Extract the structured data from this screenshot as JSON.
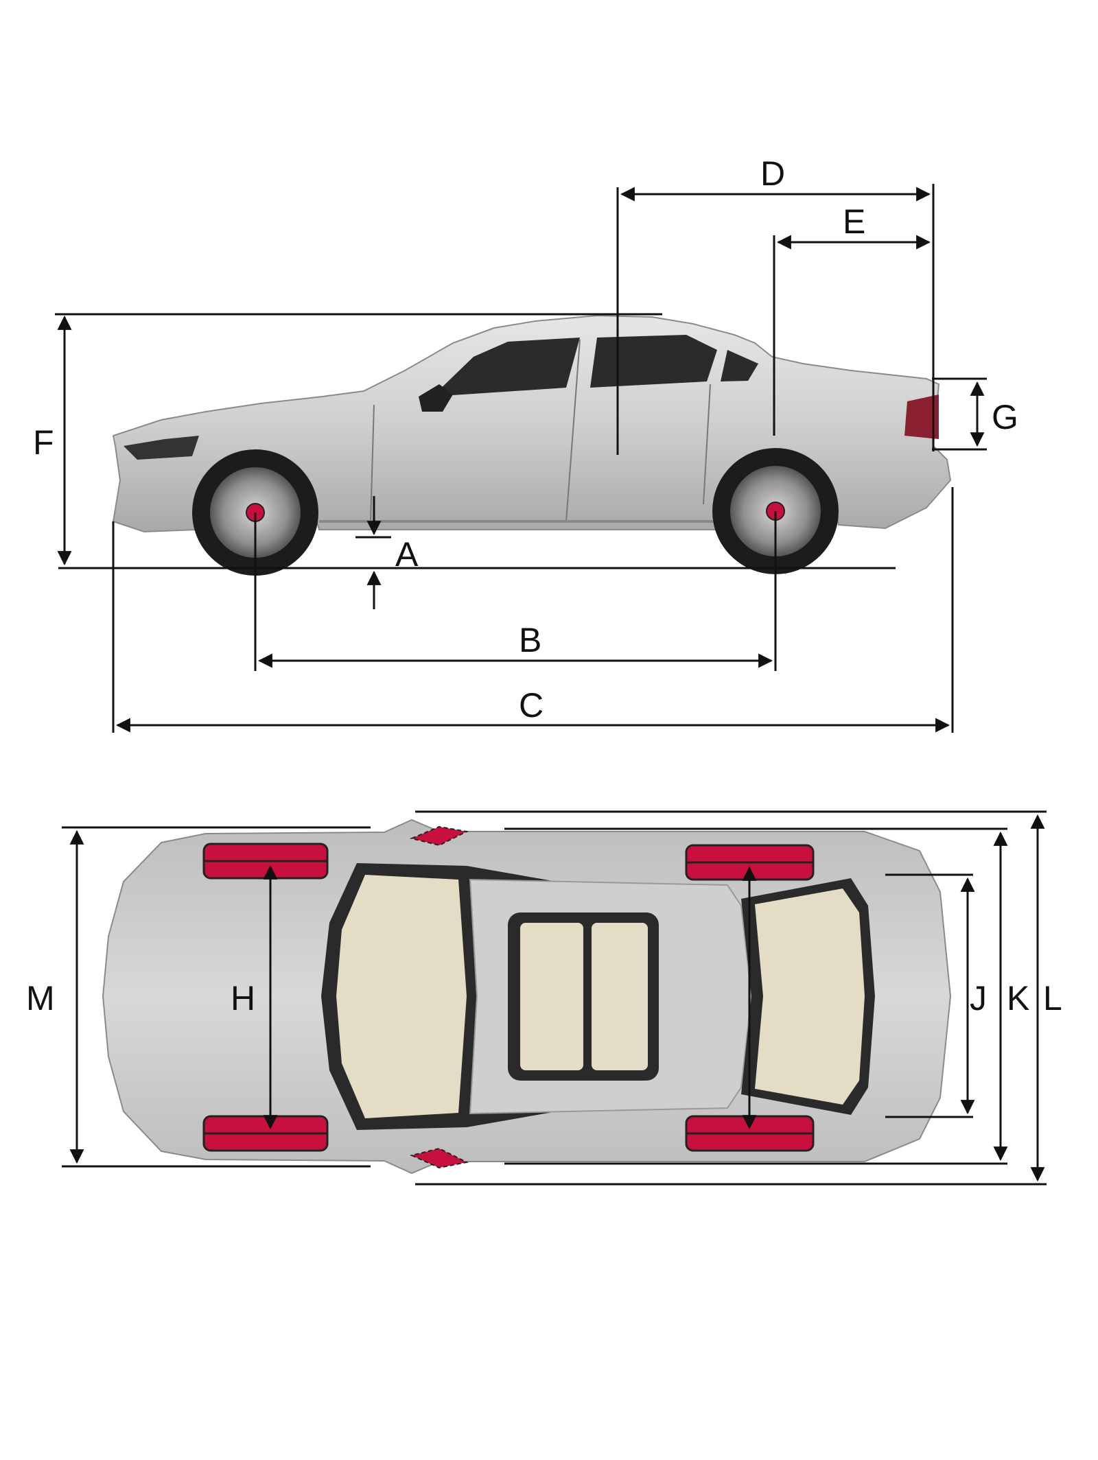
{
  "labels": {
    "A": "A",
    "B": "B",
    "C": "C",
    "D": "D",
    "E": "E",
    "F": "F",
    "G": "G",
    "H": "H",
    "J": "J",
    "K": "K",
    "L": "L",
    "M": "M"
  },
  "colors": {
    "wheel_marker": "#c8103e",
    "body_silver": "#c9c9c9",
    "interior_beige": "#e4dcc4",
    "glass_dark": "#2a2a2a",
    "line": "#111111"
  }
}
